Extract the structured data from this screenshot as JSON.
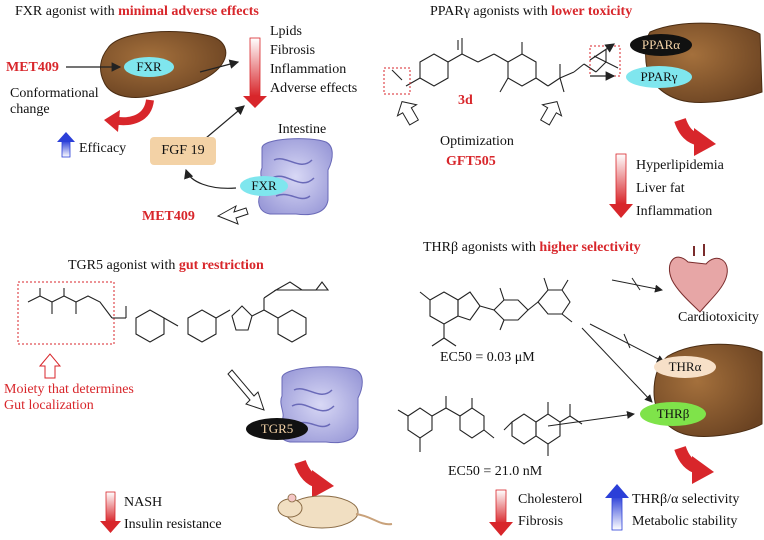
{
  "fxr": {
    "title_prefix": "FXR agonist with ",
    "title_highlight": "minimal adverse effects",
    "compound": "MET409",
    "receptor": "FXR",
    "conformational_change": "Conformational\nchange",
    "efficacy": "Efficacy",
    "effects": [
      "Lpids",
      "Fibrosis",
      "Inflammation",
      "Adverse effects"
    ],
    "intestine": "Intestine",
    "fgf19": "FGF 19",
    "gut_receptor": "FXR",
    "compound2": "MET409"
  },
  "ppar": {
    "title_prefix": "PPARγ agonists with ",
    "title_highlight": "lower toxicity",
    "compound_label": "3d",
    "optimization": "Optimization",
    "gft": "GFT505",
    "alpha": "PPARα",
    "gamma": "PPARγ",
    "outcomes": [
      "Hyperlipidemia",
      "Liver fat",
      "Inflammation"
    ]
  },
  "tgr5": {
    "title_prefix": "TGR5 agonist with ",
    "title_highlight": "gut restriction",
    "moiety_note": "Moiety that determines\nGut localization",
    "receptor": "TGR5",
    "outcomes": [
      "NASH",
      "Insulin resistance"
    ]
  },
  "thr": {
    "title_prefix": "THRβ agonists with ",
    "title_highlight": "higher selectivity",
    "ec50_1": "EC50 = 0.03 μM",
    "ec50_2": "EC50 = 21.0 nM",
    "cardiotoxicity": "Cardiotoxicity",
    "thr_alpha": "THRα",
    "thr_beta": "THRβ",
    "outcomes_left": [
      "Cholesterol",
      "Fibrosis"
    ],
    "outcomes_right": [
      "THRβ/α selectivity",
      "Metabolic stability"
    ]
  },
  "colors": {
    "red": "#d8262b",
    "cyan": "#7fe6ee",
    "green": "#7fe34a",
    "liver": "#8a5a2e",
    "intestine": "#b8b8e8",
    "fgf": "#f3d2a6"
  }
}
